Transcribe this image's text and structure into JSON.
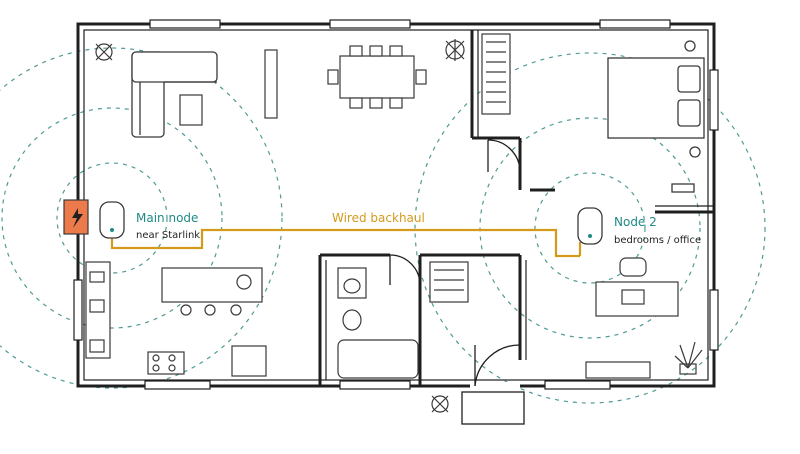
{
  "labels": {
    "main_node_title": "Main node",
    "main_node_sub": "near Starlink",
    "backhaul": "Wired backhaul",
    "node2_title": "Node 2",
    "node2_sub": "bedrooms / office"
  },
  "colors": {
    "wall": "#1f1f1f",
    "line": "#3a3a3a",
    "signal": "#4f9a96",
    "backhaul": "#d49a1c",
    "node_label": "#1f8a86",
    "panel": "#ec7a4a",
    "floor": "#fdfdfd"
  },
  "icons": {
    "starlink_panel": "lightning-panel-icon",
    "router": "mesh-router-icon",
    "plant": "plant-icon",
    "sofa": "sofa-icon",
    "bed": "bed-icon",
    "desk": "desk-icon"
  }
}
